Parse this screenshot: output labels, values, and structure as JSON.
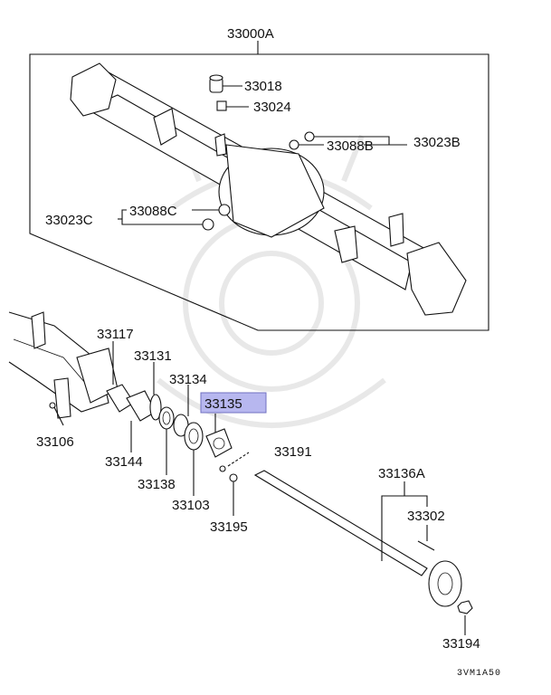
{
  "diagram": {
    "labels": {
      "assembly": "33000A",
      "p33018": "33018",
      "p33024": "33024",
      "p33088b": "33088B",
      "p33023b": "33023B",
      "p33088c": "33088C",
      "p33023c": "33023C",
      "p33117": "33117",
      "p33131": "33131",
      "p33134": "33134",
      "p33135": "33135",
      "p33106": "33106",
      "p33144": "33144",
      "p33138": "33138",
      "p33103": "33103",
      "p33191": "33191",
      "p33195": "33195",
      "p33136a": "33136A",
      "p33302": "33302",
      "p33194": "33194"
    },
    "drawing_code": "3VM1A50",
    "highlight_color": "#b7b7ef",
    "highlight_border": "#7070c0"
  }
}
